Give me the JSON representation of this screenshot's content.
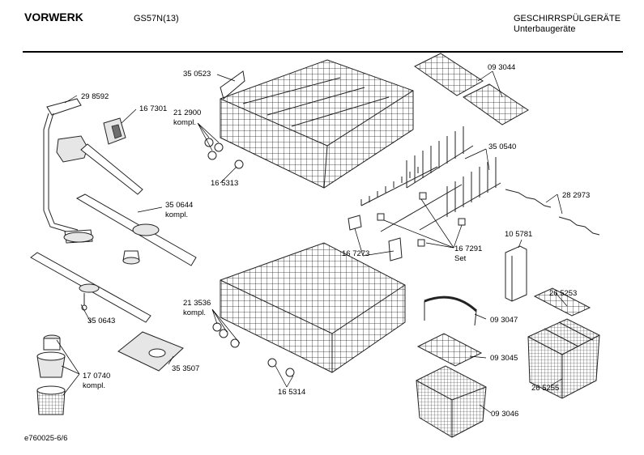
{
  "header": {
    "brand": "VORWERK",
    "model": "GS57N(13)",
    "category": "GESCHIRRSPÜLGERÄTE",
    "subcategory": "Unterbaugeräte"
  },
  "footer": {
    "document_id": "e760025-6/6"
  },
  "parts": {
    "p298592": "29 8592",
    "p167301": "16 7301",
    "p350523": "35 0523",
    "p212900_num": "21 2900",
    "p212900_note": "kompl.",
    "p165313": "16 5313",
    "p093044": "09 3044",
    "p350540": "35 0540",
    "p282973": "28 2973",
    "p350644_num": "35 0644",
    "p350644_note": "kompl.",
    "p167273": "16 7273",
    "p167291_num": "16 7291",
    "p167291_note": "Set",
    "p105781": "10 5781",
    "p265253": "26 5253",
    "p350643": "35 0643",
    "p213536_num": "21 3536",
    "p213536_note": "kompl.",
    "p093047": "09 3047",
    "p093045": "09 3045",
    "p353507": "35 3507",
    "p170740_num": "17 0740",
    "p170740_note": "kompl.",
    "p165314": "16 5314",
    "p265255": "26 5255",
    "p093046": "09 3046"
  }
}
